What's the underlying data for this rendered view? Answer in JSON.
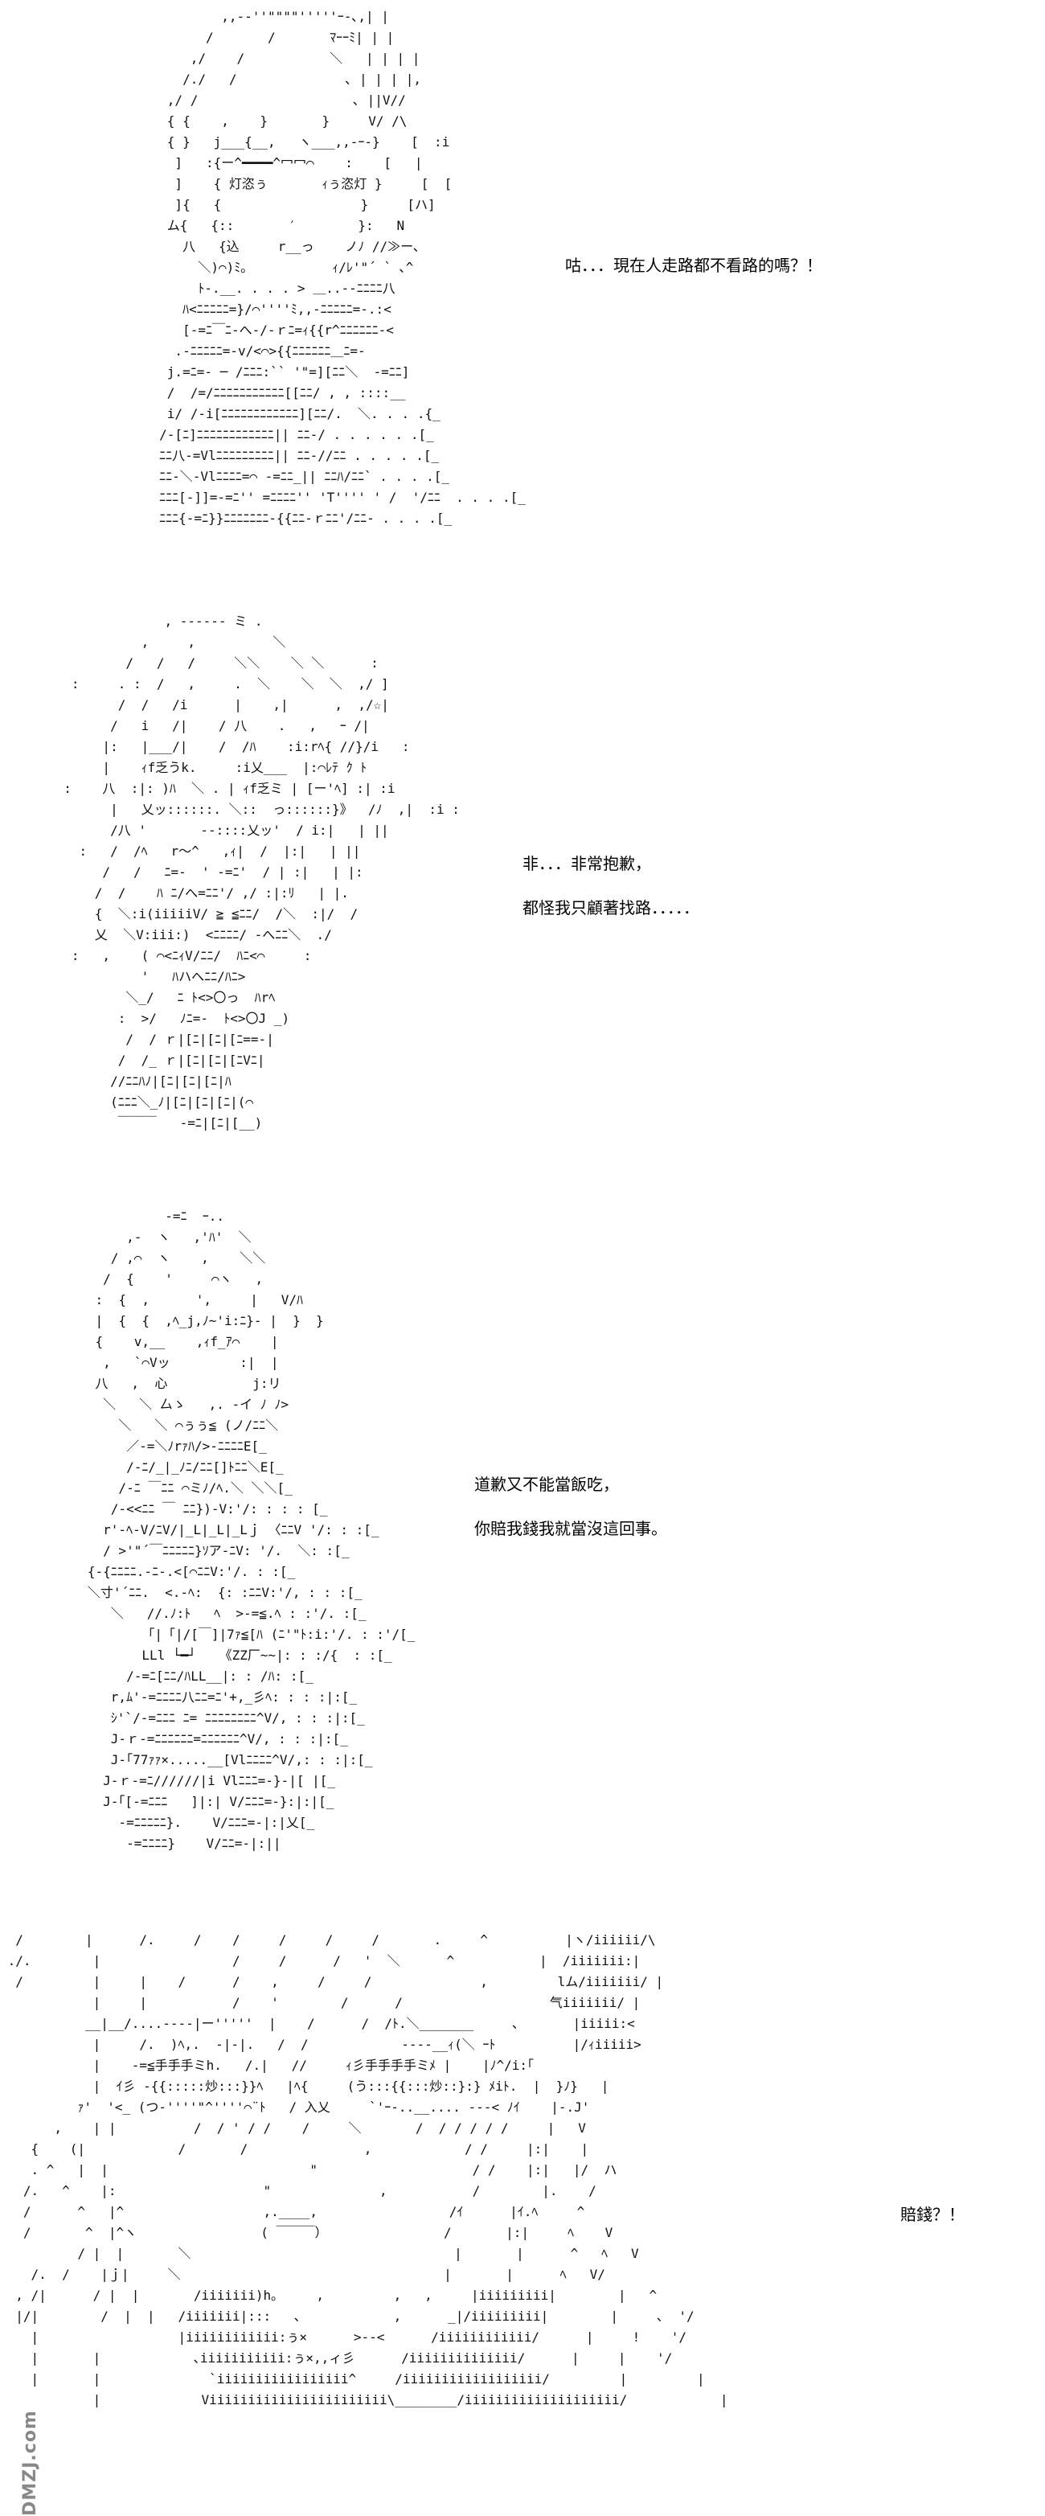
{
  "panels": [
    {
      "art": "             ,,-‐''\"\"\"\"'''''ｰ-､,| |\n           /       /       ﾏｰｰﾐ| | |\n         ,/    /           ＼   | | | |\n        /./   /              ､ | | | |,\n      ,/ /                    ､ ||V//\n      { {    ,    }       }     V/ /\\\n      { }   j___{__,   ヽ___,,-ｰ-}    [  :i\n       ]   :{ー^━━━━^冖冖⌒    :    [   |\n       ]    { 灯恣ぅ       ｨぅ恣灯 }     [  [\n       ]{   {                  }     [ハ]\n      ム{   {::       ′        }:   N\n        八   {込     r__っ    ノﾉ //≫ー､\n          ＼)⌒)ﾐ｡           ｨ/ﾚ'\"´ ` ､^\n          ﾄ-.__. . . . > ＿..-‐ﾆﾆﾆﾆ八\n        ﾊ<ﾆﾆﾆﾆﾆ=}/⌒''''ﾐ,,-ﾆﾆﾆﾆﾆ=-.:<\n        [-=ﾆ￣ﾆ-へ-/-ｒﾆ=ｨ{{r^ﾆﾆﾆﾆﾆﾆ-<\n       .-ﾆﾆﾆﾆﾆ=-v/<⌒>{{ﾆﾆﾆﾆﾆﾆ＿ﾆ=-\n      j.=ﾆ=- ─ /ﾆﾆﾆ:`` '\"=][ﾆﾆ＼  ‐=ﾆﾆ]\n      /  /=/ﾆﾆﾆﾆﾆﾆﾆﾆﾆﾆﾆ[[ﾆﾆ/ , , ::::__\n      i/ /-i[ﾆﾆﾆﾆﾆﾆﾆﾆﾆﾆﾆﾆ][ﾆﾆ/.  ＼. . . .{_\n     /-[ﾆ]ﾆﾆﾆﾆﾆﾆﾆﾆﾆﾆﾆﾆ|| ﾆﾆ-/ . . . . . .[_\n     ﾆﾆ八-=Vlﾆﾆﾆﾆﾆﾆﾆﾆﾆ|| ﾆﾆ-//ﾆﾆ . . . . .[_\n     ﾆﾆ-＼-Vlﾆﾆﾆﾆ=⌒ -=ﾆﾆ_|| ﾆﾆﾊ/ﾆﾆ` . . . .[_\n     ﾆﾆﾆ[-]]=-=ﾆ'' =ﾆﾆﾆﾆ'' 'T'''' ' /  '/ﾆﾆ  . . . .[_\n     ﾆﾆﾆ{-=ﾆ}}ﾆﾆﾆﾆﾆﾆﾆ-{{ﾆﾆ-ｒﾆﾆ'/ﾆﾆ- . . . .[_",
      "dialogue": [
        "咕．．．現在人走路都不看路的嗎？！"
      ]
    },
    {
      "art": "               , -‐‐‐-- ミ .\n            ,     ,          ＼\n          /   /   /     ＼＼    ＼ ＼      :\n   :     . :  /   ,     .  ＼    ＼  ＼  ,/ ]\n         /  /   /i      |    ,|      ,  ,/☆|\n        /   i   /|    / 八    .   ,   ｰ /|\n       |:   |___/|    /  /ﾊ    :i:rﾍ{ //}/i   :\n       |    ｨf乏うk.     :i乂___  |:⌒ﾚﾃ ｸ ﾄ\n  :    八  :|: )ﾊ  ＼ . | ｨf乏ミ | [ー'ﾍ] :| :i\n        |   乂ッ::::::. ＼::  っ::::::}》  /ﾉ  ,|  :i :\n        /八 '       -‐::::乂ッ'  / i:|   | ||\n    :   /  /ﾍ   r～^   ,ｨ|  /  |:|   | ||\n       /   /   ﾆ=-  ' ‐=ﾆ'  / | :|   | |:\n      /  /    ﾊ ﾆ/へ=ﾆﾆ'/ ,/ :|:ﾘ   | |.\n      {  ＼:i(iiiiiV/ ≧ ≦ﾆﾆ/  /＼  :|/  /\n      乂  ＼V:iii:)  <ﾆﾆﾆﾆ/ -へﾆﾆ＼  ./\n   :   ,    ( ⌒<ﾆｨV/ﾆﾆ/  ﾊﾆ<⌒     :\n            '   ﾊハへﾆﾆ/ﾊﾆ>       \n          ＼_/   ﾆ ﾄ<>〇っ  ﾊrﾍ\n         :  >/   ﾉﾆ=-  ﾄ<>〇J _)\n          /  / ｒ|[ﾆ|[ﾆ|[ﾆ==-|\n         /  /_ ｒ|[ﾆ|[ﾆ|[ﾆVﾆ|\n        //ﾆﾆﾊﾉ|[ﾆ|[ﾆ|[ﾆ|ﾊ\n        (ﾆﾆﾆ＼_ﾉ|[ﾆ|[ﾆ|[ﾆ|(⌒\n         ￣￣￣   -=ﾆ|[ﾆ|[__)",
      "dialogue": [
        "非．．．非常抱歉，",
        "都怪我只顧著找路．．．．．"
      ]
    },
    {
      "art": "             -=ﾆ  ｰ..\n        ,-  ヽ   ,'ﾊ'  ＼\n      / ,⌒  ヽ    ,    ＼＼\n     /  {    '     ⌒ヽ   ,\n    :  {  ,      ',     |   V/ﾊ\n    |  {  {  ,ﾍ_j,ﾉ~'i:ﾆ}‐ |  }  }\n    {    v,__    ,ｨf_ｱ⌒    |\n     ,   `⌒Vッ         :|  |\n    八   ,  心           j:リ\n     ＼   ＼ 厶ゝ   ,. -イ ﾉ ﾉ>\n       ＼   ＼ ⌒ぅぅ≦ (ノ/ﾆﾆ＼\n        ／-=＼ﾉrｧﾊ/>-ﾆﾆﾆﾆE[_\n        /-ﾆ/_|_ﾉﾆ/ﾆﾆ[]ﾄﾆﾆ＼E[_\n       /-ﾆ ￣ﾆﾆ ⌒ミﾉ/ﾍ.＼ ＼＼[_\n      /-<<ﾆﾆ ￣ ﾆﾆ})-V:'/: : : : [_\n     r'-ﾍ-V/ﾆV/|_L|_L|_Lｊ 〈ﾆﾆV '/: : :[_\n     / >'\"´￣ﾆﾆﾆﾆﾆ}ｿア-ﾆV: '/.  ＼: :[_\n   {-{ﾆﾆﾆﾆ.‐ﾆ-.<[⌒ﾆﾆV:'/. : :[_\n   ＼寸'´ﾆﾆ.  <.-ﾍ:  {: :ﾆﾆV:'/, : : :[_\n      ＼   //.ﾉ:ﾄ   ﾍ  >-=≦.ﾍ : :'/. :[_\n          「|「|/[￣]|7ｧ≦[ﾊ (ﾆ'\"ﾄ:i:'/. : :'/[_\n          LLl └━┘   《ZZ厂~~|: : :/{  : :[_\n        /-=ﾆ[ﾆﾆ/ﾊLL__|: : /ﾊ: :[_\n      r,ﾑ'-=ﾆﾆﾆﾆ八ﾆﾆ=ﾆ'+,_彡ﾍ: : : :|:[_\n      ｼ'`/-=ﾆﾆﾆ ﾆ= ﾆﾆﾆﾆﾆﾆﾆﾆ^V/, : : :|:[_\n      J-ｒ-=ﾆﾆﾆﾆﾆﾆ=ﾆﾆﾆﾆﾆﾆ^V/, : : :|:[_\n      J-｢77ｧｧ×.....__[Vlﾆﾆﾆﾆ^V/,: : :|:[_\n     J-ｒ-=ﾆ//////|i Vlﾆﾆﾆ=-}-|[ |[_\n     J-｢[-=ﾆﾆﾆ   ]|:| V/ﾆﾆﾆ=-}:|:|[_\n       -=ﾆﾆﾆﾆﾆ}.    V/ﾆﾆﾆ=-|:|乂[_\n        -=ﾆﾆﾆﾆ}    V/ﾆﾆ=-|:||",
      "dialogue": [
        "道歉又不能當飯吃，",
        "你賠我錢我就當沒這回事。"
      ]
    },
    {
      "art": "  /        |      /.     /    /     /     /     /       .     ^          |ヽ/iiiiii/\\\n ./.        |                 /     /      /   '  ＼      ^           |  /iiiiiii:|\n  /         |     |    /      /    ,     /     /              ,         lム/iiiiiii/ |\n            |     |           /    '        /      /                   气iiiiiii/ |\n           __|__/....‐‐‐-|ー'''''  |    /      /  /ﾄ.＼_______     ､       |iiiii:<\n            |     /.  )ﾍ,.  -|-|.   /  /            -‐‐‐__ｨ(＼ ｰﾄ          |/ｨiiiii>\n            |    -=≦手手手ミh.   /.|   //     ｨ彡手手手手ミﾒ |    |ﾉ^/i:｢\n            |  ｲ彡 -{{:::::炒:::}}ﾍ   |ﾍ{     (う:::{{:::炒::}:} ﾒiﾄ.  |  }ﾉ}   |\n          ｧ'  '<_ (つ-''''\"^''''⌒¨ﾄ   / 入乂     `'ｰ-..__.... -‐-< ﾉｲ    |-.J'\n       ,    | |          /  / ' / /    /     ＼       /  / / / / /     |   V\n    {    (|            /       /               ,            / /     |:|    | \n    . ^   |  |                          \"                    / /    |:|   |/  ハ\n   /.   ^    |:                   \"              ,           /        |.    /  \n   /      ^   |^                  ,.____,                 /ｲ      |ｲ.ﾍ     ^\n   /       ^  |^ヽ                ( ￣￣￣）               /       |:|     ﾍ    V\n          / |  |       ＼                                  |       |      ^   ﾍ   V\n    /.  /    |ｊ|     ＼                                  |       |      ﾍ   V/\n  , /|      / |  |       /iiiiiii)h｡     ,         ,   ,     |iiiiiiiii|        |   ^\n  |/|        /  |  |   /iiiiiii|:::   ､            ,      _|/iiiiiiiii|        |     ､  '/\n    |                  |iiiiiiiiiiii:ぅ×      >--<      /iiiiiiiiiiii/      |     !    '/\n    |       |            ､iiiiiiiiiii:ぅ×,,ィ彡      /iiiiiiiiiiiiii/      |     |    '/\n    |       |              `iiiiiiiiiiiiiiiii^     /iiiiiiiiiiiiiiiiii/         |         |\n            |             Viiiiiiiiiiiiiiiiiiiiiii\\________/iiiiiiiiiiiiiiiiiiii/            |",
      "dialogue": [
        "賠錢？！"
      ]
    }
  ],
  "watermark": "DMZJ.com"
}
